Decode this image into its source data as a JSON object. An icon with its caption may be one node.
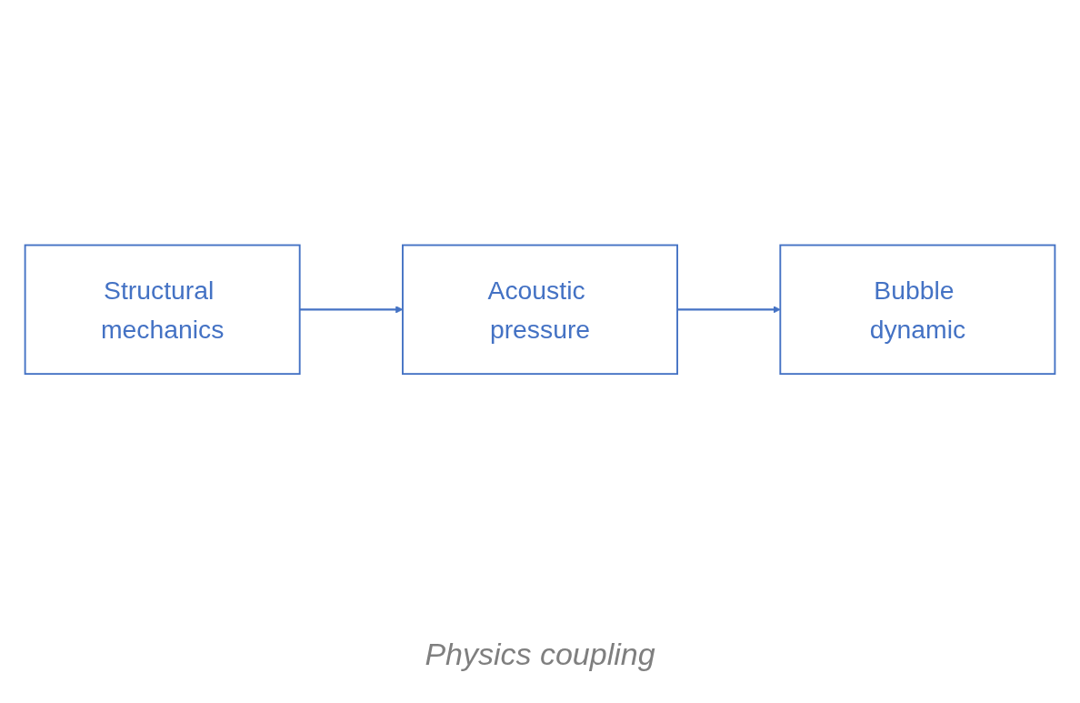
{
  "diagram": {
    "caption": "Physics coupling",
    "nodes": [
      {
        "text": [
          "Structural mechanics"
        ]
      },
      {
        "text": [
          "Acoustic pressure"
        ]
      },
      {
        "text": [
          "Bubble dynamic"
        ]
      }
    ],
    "edges": [
      {
        "from": 0,
        "to": 1,
        "arrow": "to"
      },
      {
        "from": 1,
        "to": 2,
        "arrow": "to"
      }
    ]
  }
}
